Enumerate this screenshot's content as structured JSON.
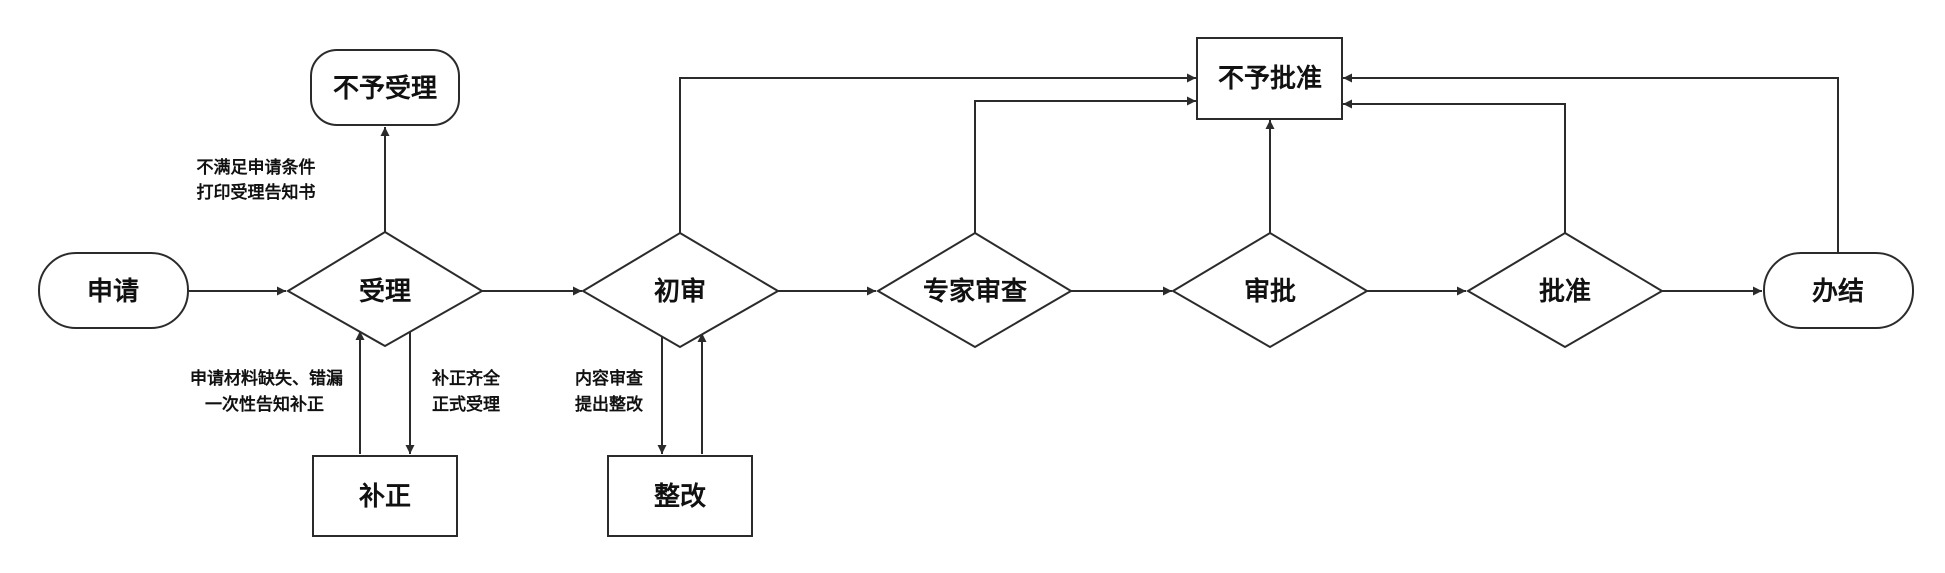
{
  "nodes": {
    "shenqing": "申请",
    "shouli": "受理",
    "buyushouli": "不予受理",
    "buzheng": "补正",
    "chushen": "初审",
    "zhenggai": "整改",
    "zhuanjia": "专家审查",
    "shenpi": "审批",
    "pizhun": "批准",
    "banjie": "办结",
    "buyupizhun": "不予批准"
  },
  "annotations": {
    "reject_line1": "不满足申请条件",
    "reject_line2": "打印受理告知书",
    "missing_line1": "申请材料缺失、错漏",
    "missing_line2": "一次性告知补正",
    "complete_line1": "补正齐全",
    "complete_line2": "正式受理",
    "review_line1": "内容审查",
    "review_line2": "提出整改"
  }
}
